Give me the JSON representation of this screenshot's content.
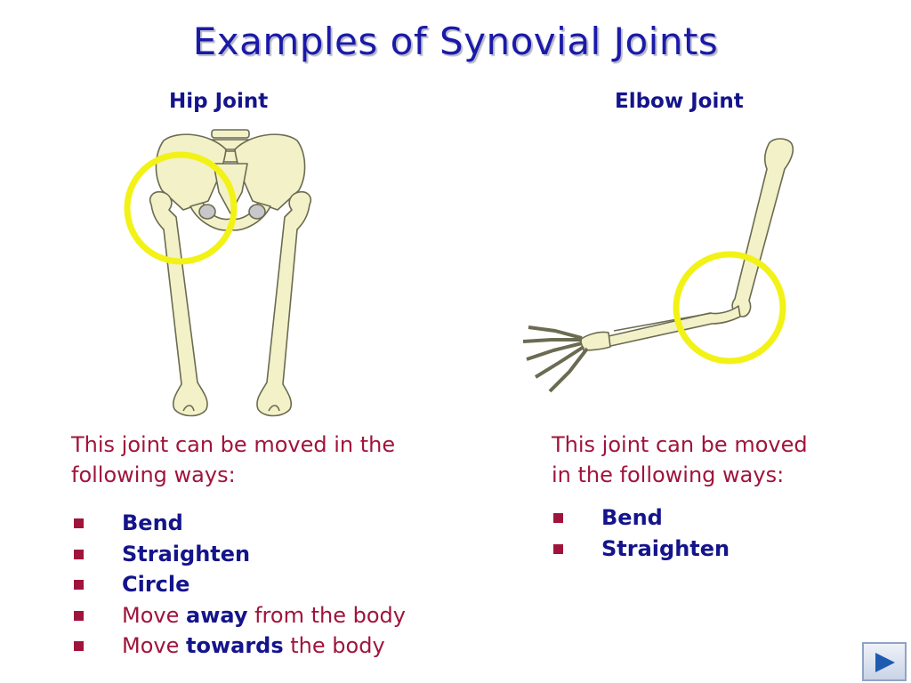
{
  "title": "Examples of Synovial Joints",
  "hip": {
    "heading": "Hip Joint",
    "intro": "This joint can be moved in the following ways:",
    "items": [
      {
        "text": "Bend"
      },
      {
        "text": "Straighten"
      },
      {
        "text": "Circle"
      },
      {
        "pre": "Move ",
        "strong": "away",
        "post": " from the body"
      },
      {
        "pre": "Move ",
        "strong": "towards",
        "post": " the body"
      }
    ]
  },
  "elbow": {
    "heading": "Elbow Joint",
    "intro_line1": "This joint can be moved",
    "intro_line2": "in the following ways:",
    "items": [
      {
        "text": "Bend"
      },
      {
        "text": "Straighten"
      }
    ]
  },
  "colors": {
    "title": "#1a1aa8",
    "heading": "#14148c",
    "body_text": "#a0143c",
    "bone_fill": "#f3f1c8",
    "bone_outline": "#6b6b52",
    "highlight_ring": "#f2f216"
  },
  "icons": {
    "next_button": "play-triangle-icon"
  }
}
